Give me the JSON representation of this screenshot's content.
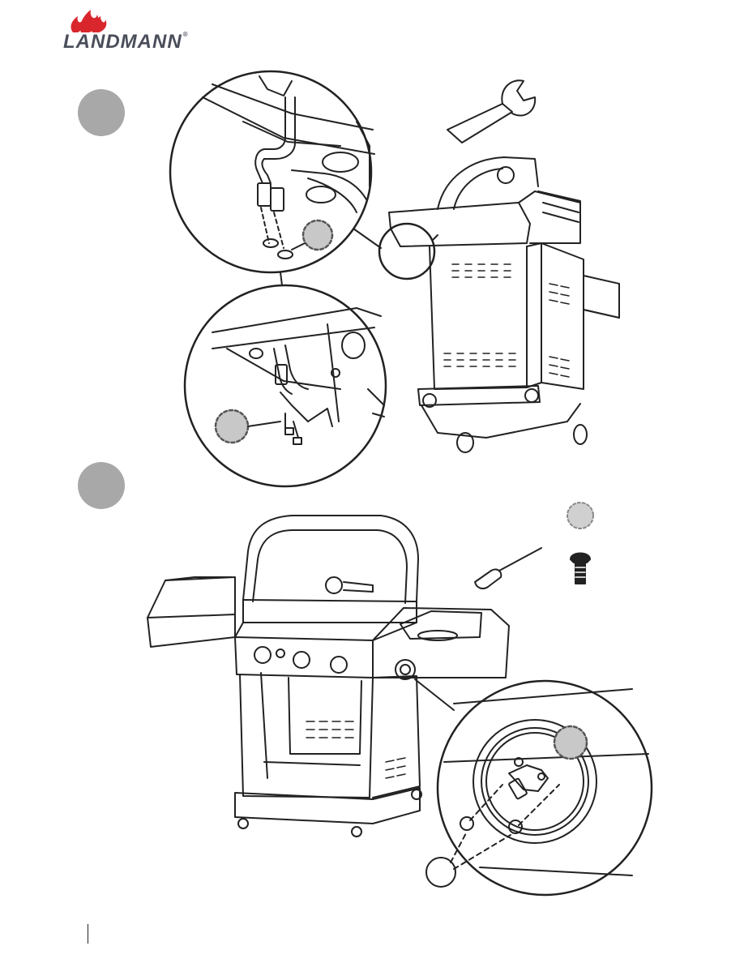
{
  "brand": {
    "name": "LANDMANN",
    "registered": "®"
  },
  "steps": [
    {
      "id": "step-a"
    },
    {
      "id": "step-b"
    }
  ],
  "icons": [
    "flame-logo-icon",
    "wrench-icon",
    "screwdriver-icon",
    "screw-icon"
  ],
  "colors": {
    "brand_red": "#d9262d",
    "logo_gray": "#4a4e5a",
    "badge_gray": "#a8a8a8",
    "callout_dot": "#c8c8c8"
  }
}
